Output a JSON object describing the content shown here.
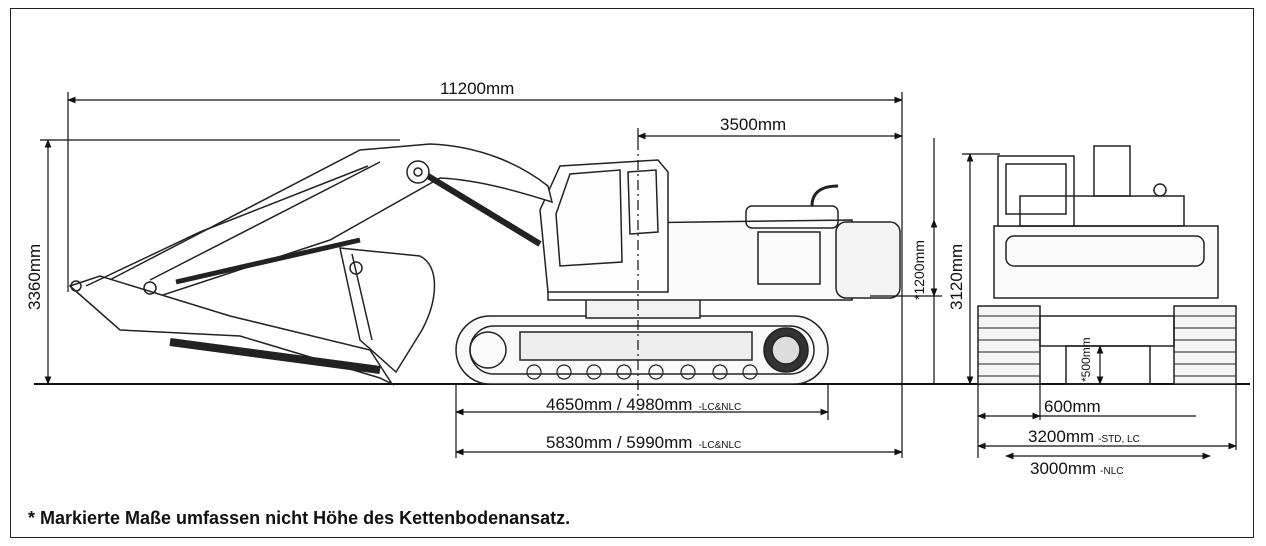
{
  "dimensions": {
    "overall_length": "11200mm",
    "tail_length": "3500mm",
    "height_boom": "3360mm",
    "counterweight_clearance": "*1200mm",
    "cab_height": "3120mm",
    "ground_clearance": "*500mm",
    "track_length": {
      "main": "4650mm / 4980mm",
      "suffix": "-LC&NLC"
    },
    "undercarriage_length": {
      "main": "5830mm / 5990mm",
      "suffix": "-LC&NLC"
    },
    "shoe_width": "600mm",
    "track_width_std": {
      "main": "3200mm",
      "suffix": "-STD, LC"
    },
    "track_width_nlc": {
      "main": "3000mm",
      "suffix": "-NLC"
    }
  },
  "footnote": "* Markierte Maße umfassen nicht Höhe des Kettenbodenansatz."
}
